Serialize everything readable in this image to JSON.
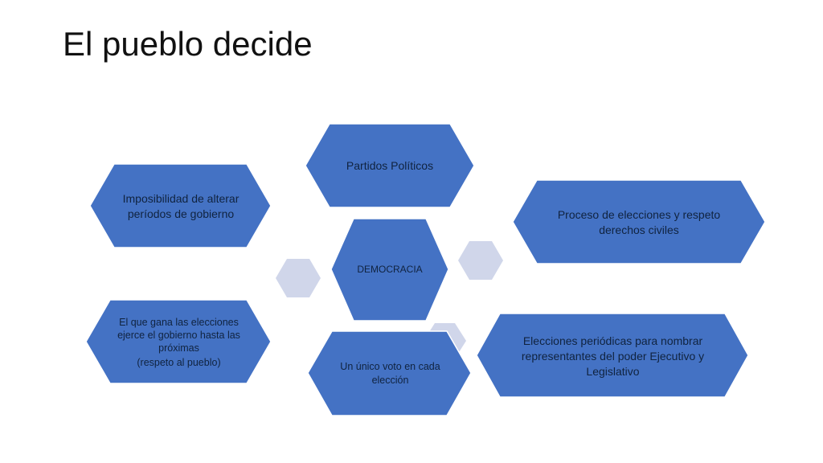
{
  "slide": {
    "title": "El pueblo decide"
  },
  "colors": {
    "hex_fill": "#4472c4",
    "hex_stroke": "#ffffff",
    "deco_fill": "#d0d6ea",
    "text": "#10233f"
  },
  "diagram": {
    "center": {
      "label": "DEMOCRACIA"
    },
    "nodes": [
      {
        "id": "partidos",
        "lines": [
          "Partidos Políticos"
        ]
      },
      {
        "id": "imposibilidad",
        "lines": [
          "Imposibilidad de alterar",
          "períodos de gobierno"
        ]
      },
      {
        "id": "proceso",
        "lines": [
          "Proceso de elecciones y respeto",
          "derechos civiles"
        ]
      },
      {
        "id": "gana",
        "lines": [
          "El que gana las elecciones",
          "ejerce el gobierno hasta las",
          "próximas",
          "(respeto al pueblo)"
        ]
      },
      {
        "id": "voto",
        "lines": [
          "Un único voto en cada",
          "elección"
        ]
      },
      {
        "id": "periodicas",
        "lines": [
          "Elecciones periódicas para nombrar",
          "representantes del poder Ejecutivo y",
          "Legislativo"
        ]
      }
    ]
  }
}
